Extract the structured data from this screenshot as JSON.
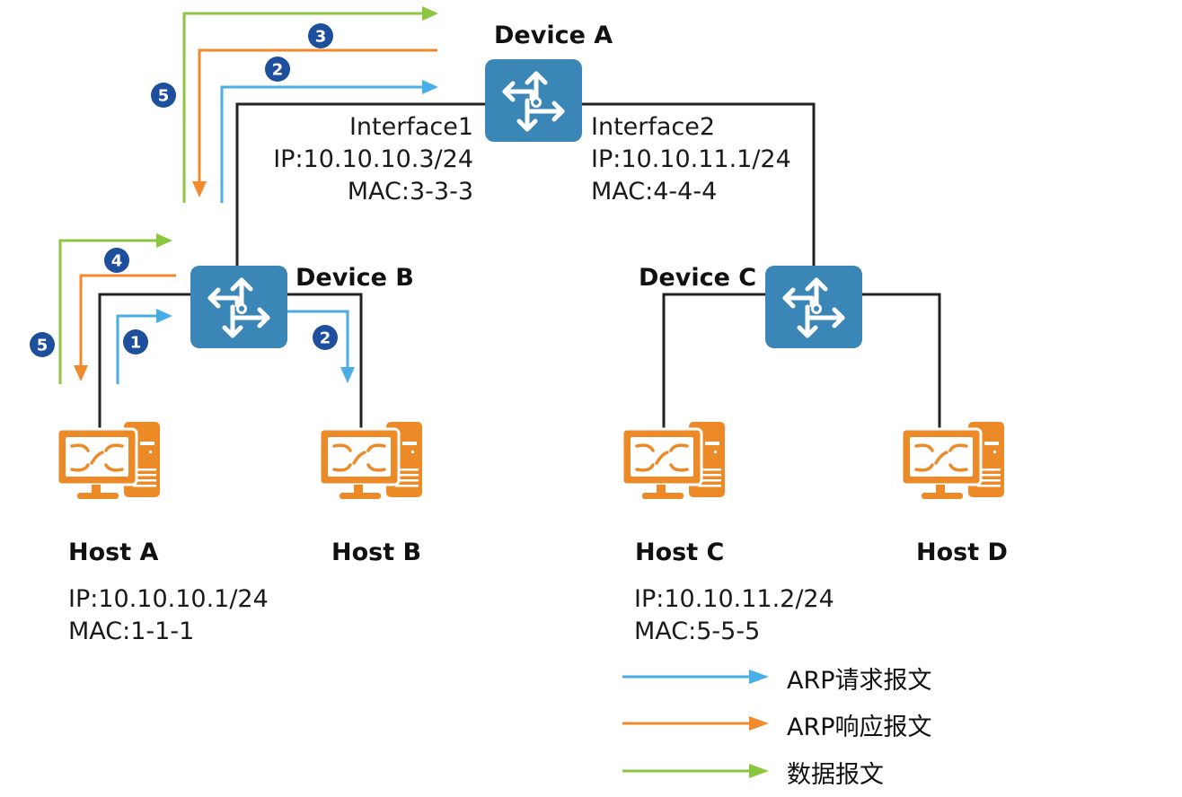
{
  "colors": {
    "arp_request": "#4aaee6",
    "arp_reply": "#f08a2c",
    "data": "#8cc63e",
    "device": "#3a86b7",
    "host": "#ec8a28",
    "link": "#222222",
    "badge": "#1d4f9c"
  },
  "devices": {
    "device_a": {
      "name": "Device A",
      "icon": "router-icon"
    },
    "device_b": {
      "name": "Device B",
      "icon": "router-icon"
    },
    "device_c": {
      "name": "Device C",
      "icon": "router-icon"
    }
  },
  "interfaces": {
    "interface1": {
      "name": "Interface1",
      "ip": "IP:10.10.10.3/24",
      "mac": "MAC:3-3-3"
    },
    "interface2": {
      "name": "Interface2",
      "ip": "IP:10.10.11.1/24",
      "mac": "MAC:4-4-4"
    }
  },
  "hosts": {
    "host_a": {
      "name": "Host A",
      "ip": "IP:10.10.10.1/24",
      "mac": "MAC:1-1-1",
      "icon": "pc-icon"
    },
    "host_b": {
      "name": "Host B",
      "icon": "pc-icon"
    },
    "host_c": {
      "name": "Host C",
      "ip": "IP:10.10.11.2/24",
      "mac": "MAC:5-5-5",
      "icon": "pc-icon"
    },
    "host_d": {
      "name": "Host D",
      "icon": "pc-icon"
    }
  },
  "steps": [
    {
      "number": "1",
      "type": "arp_request",
      "description": "Host A to Device B"
    },
    {
      "number": "2",
      "type": "arp_request",
      "description": "Device B to Host B"
    },
    {
      "number": "2",
      "type": "arp_request",
      "description": "Device B to Device A"
    },
    {
      "number": "3",
      "type": "arp_reply",
      "description": "Device A to Device B"
    },
    {
      "number": "4",
      "type": "arp_reply",
      "description": "Device B to Host A"
    },
    {
      "number": "5",
      "type": "data",
      "description": "Host A to Device B"
    },
    {
      "number": "5",
      "type": "data",
      "description": "Device B to Device A"
    }
  ],
  "legend": [
    {
      "type": "arp_request",
      "label": "ARP请求报文"
    },
    {
      "type": "arp_reply",
      "label": "ARP响应报文"
    },
    {
      "type": "data",
      "label": "数据报文"
    }
  ]
}
